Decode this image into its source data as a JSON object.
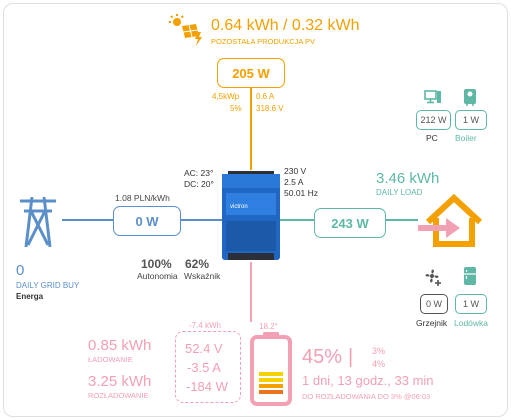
{
  "solar": {
    "energy_text": "0.64 kWh / 0.32 kWh",
    "remaining_label": "POZOSTAŁA PRODUKCJA PV",
    "power": "205 W",
    "peak": "4,5kWp",
    "peak_pct": "5%",
    "current": "0.6 A",
    "voltage": "318.6 V",
    "color": "#f4a000",
    "icon": "solar-panel-sun-icon"
  },
  "inverter": {
    "ac_temp": "AC: 23°",
    "dc_temp": "DC: 20°",
    "out_voltage": "230 V",
    "out_current": "2.5 A",
    "out_freq": "50.01 Hz",
    "autonomy_value": "100%",
    "autonomy_label": "Autonomia",
    "ratio_value": "62%",
    "ratio_label": "Wskaźnik"
  },
  "grid": {
    "price": "1.08 PLN/kWh",
    "power": "0 W",
    "value": "0",
    "label": "DAILY GRID BUY",
    "sublabel": "Energa",
    "color": "#5b8fc9",
    "icon": "transmission-tower-icon"
  },
  "load": {
    "power": "243 W",
    "energy": "3.46 kWh",
    "label": "DAILY LOAD",
    "color": "#5fb8a6",
    "icon": "home-import-icon"
  },
  "devices_top": [
    {
      "name": "PC",
      "power": "212 W",
      "icon": "desktop-pc-icon"
    },
    {
      "name": "Boiler",
      "power": "1 W",
      "icon": "water-boiler-icon"
    }
  ],
  "devices_bottom": [
    {
      "name": "Grzejnik",
      "power": "0 W",
      "icon": "fan-heater-icon"
    },
    {
      "name": "Lodówka",
      "power": "1 W",
      "icon": "fridge-icon"
    }
  ],
  "battery": {
    "charge_energy": "0.85 kWh",
    "charge_label": "ŁADOWANIE",
    "discharge_energy": "3.25 kWh",
    "discharge_label": "ROZŁADOWANIE",
    "temp_small": "-7.4 kWh",
    "voltage": "52.4 V",
    "current": "-3.5 A",
    "power": "-184 W",
    "battery_temp": "18.2°",
    "soc": "45%",
    "soc_separator": "|",
    "pct_a": "3%",
    "pct_b": "4%",
    "time_remaining": "1 dni, 13 godz., 33 min",
    "time_label": "DO ROZŁADOWANIA DO 3% @06:03",
    "soc_level": 0.45,
    "color": "#f2a1b4",
    "icon": "battery-icon"
  }
}
